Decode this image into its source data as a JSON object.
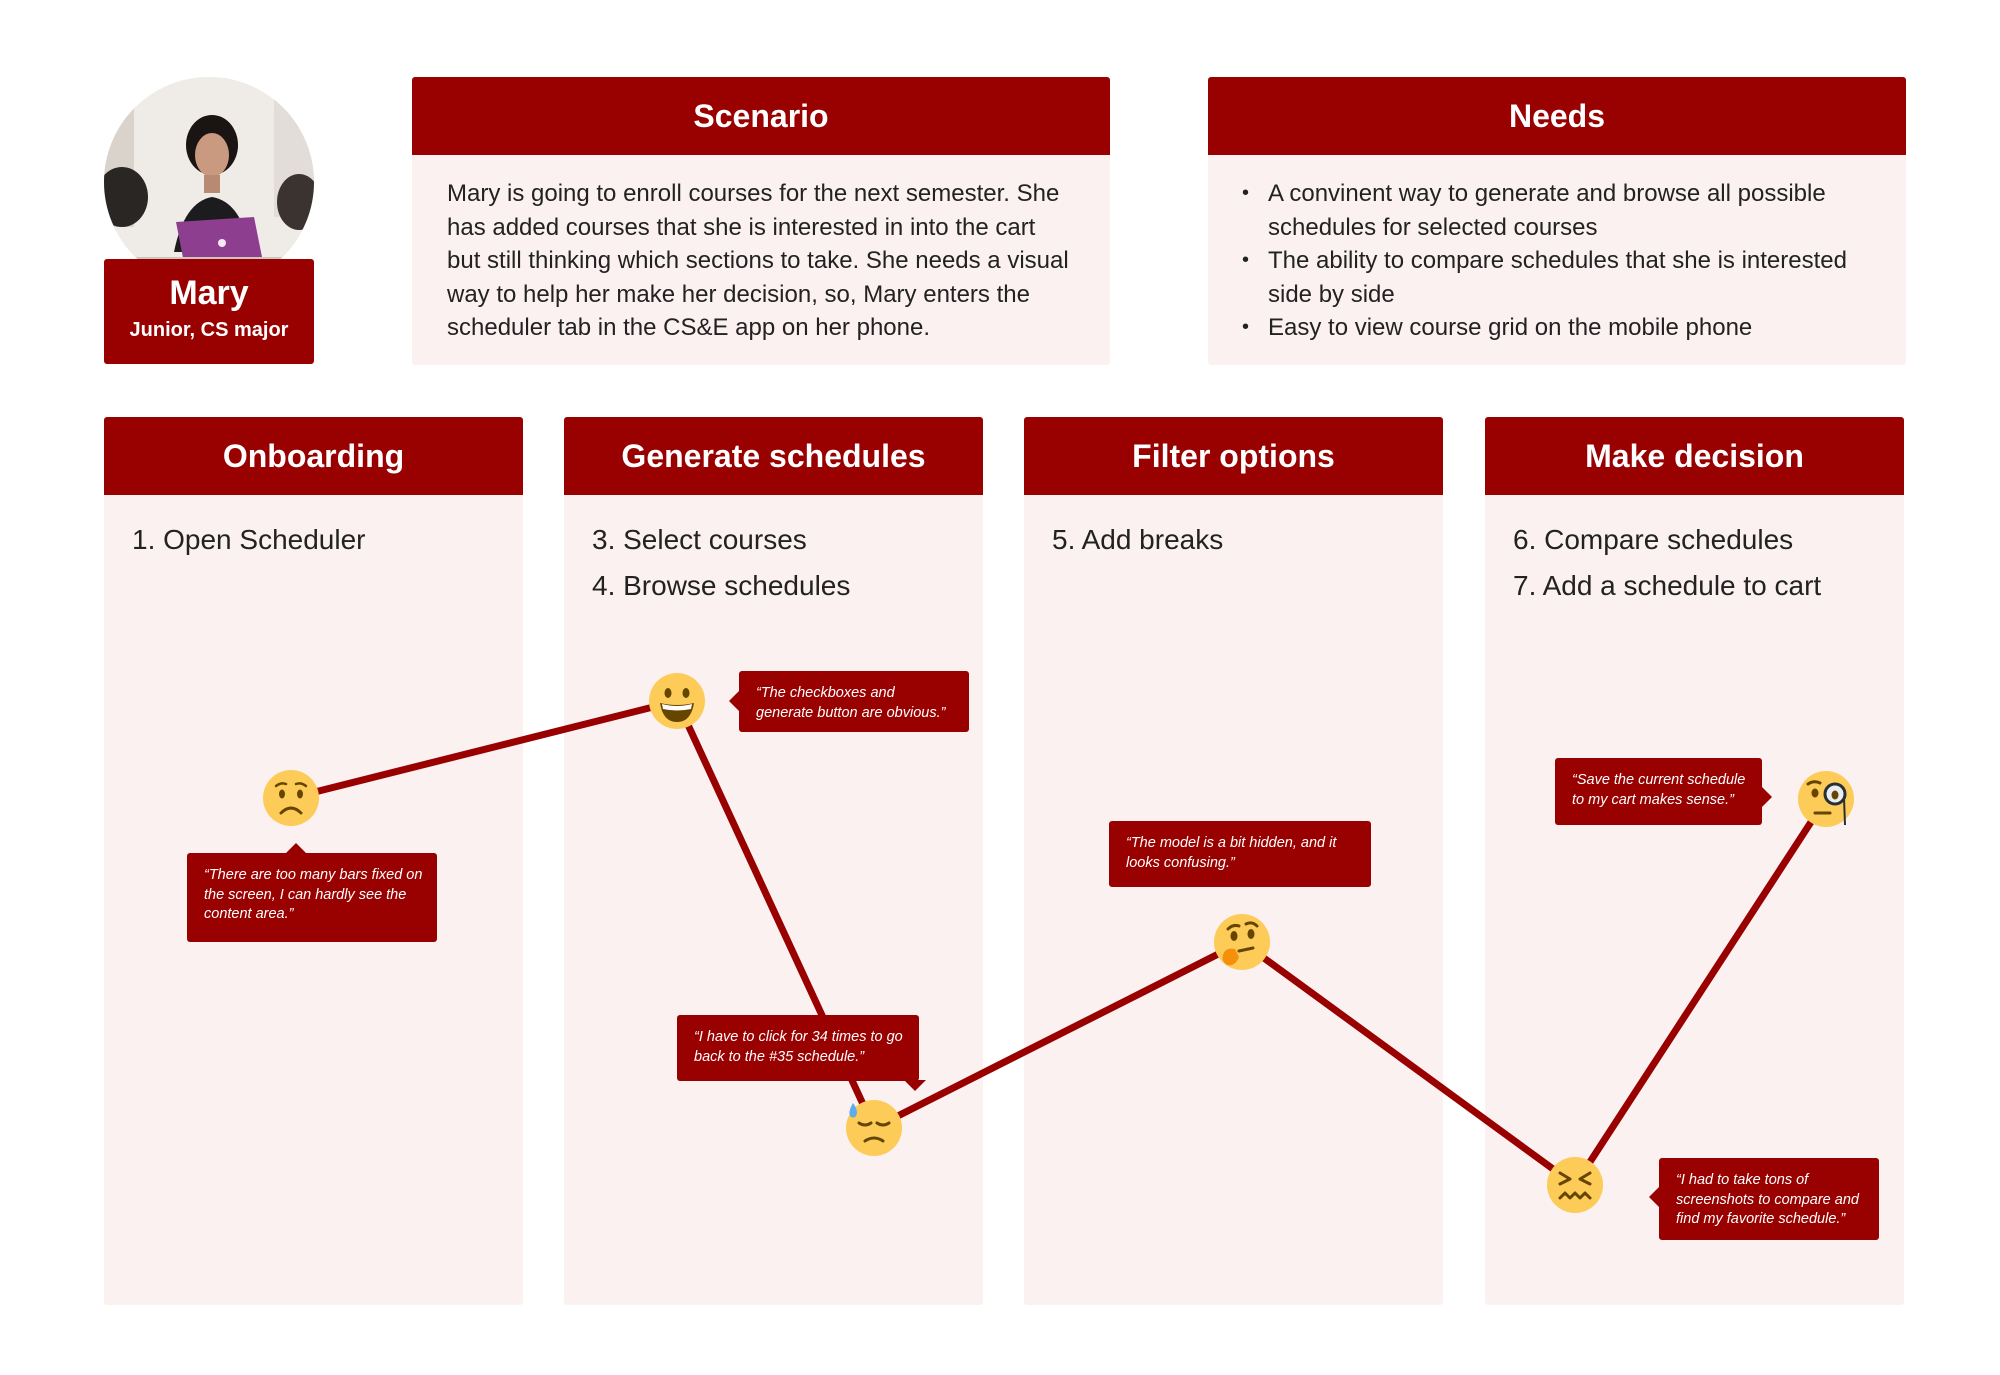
{
  "persona": {
    "name": "Mary",
    "role": "Junior, CS major"
  },
  "scenario": {
    "title": "Scenario",
    "text": "Mary is going to enroll courses for the next semester. She has added courses that she is interested in into the cart but still thinking which sections to take. She needs a visual way to help her make her decision, so, Mary enters the scheduler tab in the CS&E app on her phone."
  },
  "needs": {
    "title": "Needs",
    "items": [
      "A convinent way to generate and browse all possible schedules for selected courses",
      "The ability to compare schedules that she is interested side by side",
      "Easy to view course grid on the mobile phone"
    ]
  },
  "stages": [
    {
      "title": "Onboarding",
      "steps": [
        "1. Open Scheduler"
      ]
    },
    {
      "title": "Generate schedules",
      "steps": [
        "3. Select courses",
        "4. Browse schedules"
      ]
    },
    {
      "title": "Filter options",
      "steps": [
        "5. Add breaks"
      ]
    },
    {
      "title": "Make decision",
      "steps": [
        "6. Compare schedules",
        "7. Add a schedule to cart"
      ]
    }
  ],
  "quotes": [
    "“There are too many bars fixed on the screen, I can hardly see the content area.”",
    "“The checkboxes and generate button are obvious.”",
    "“I have to click for 34 times to go back to the #35 schedule.”",
    "“The model is a bit hidden, and it looks confusing.”",
    "“Save the current schedule to my cart makes sense.”",
    "“I had to take tons of screenshots to compare and find my favorite schedule.”"
  ],
  "emotions": [
    "worried-face-icon",
    "grinning-face-icon",
    "downcast-sweat-face-icon",
    "thinking-face-icon",
    "confounded-face-icon",
    "monocle-face-icon"
  ],
  "colors": {
    "accent": "#990000",
    "panel": "#fcf1f1",
    "emoji": "#fdcb58"
  }
}
